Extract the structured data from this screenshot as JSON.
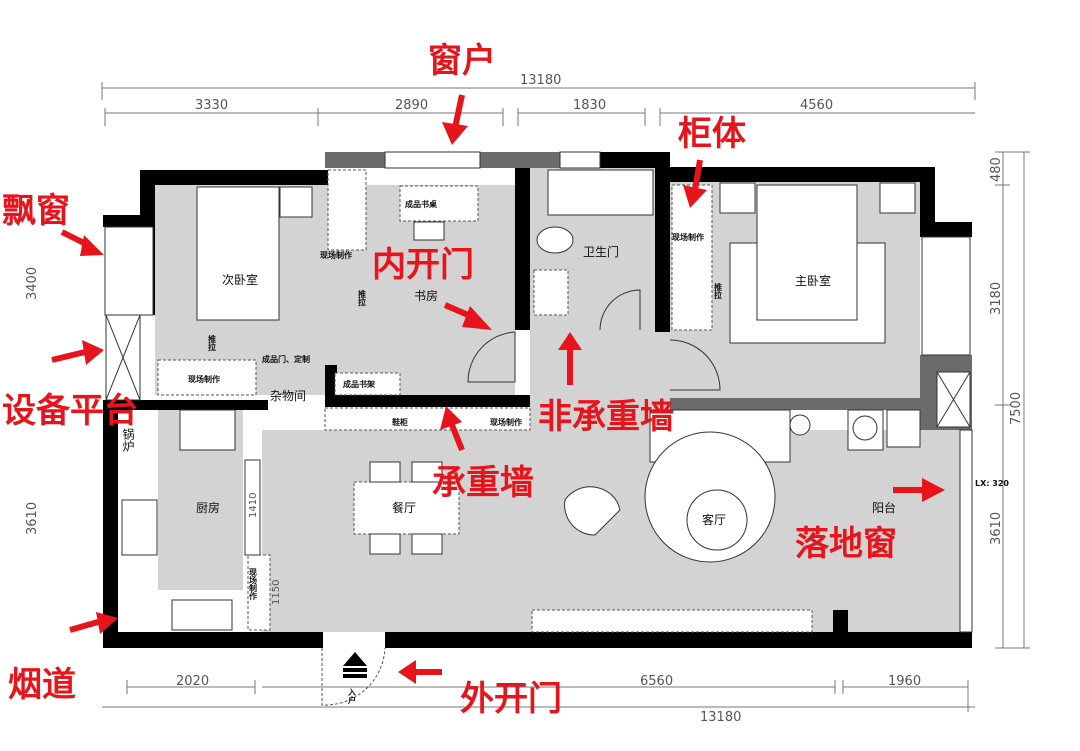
{
  "dimensions": {
    "top_total": "13180",
    "top_segments": [
      "3330",
      "2890",
      "1830",
      "4560"
    ],
    "bottom_total": "13180",
    "bottom_segments": [
      "2020",
      "6560",
      "1960"
    ],
    "left": [
      "3400",
      "3610"
    ],
    "right": [
      "480",
      "3180",
      "3610"
    ],
    "right_total": "7500",
    "kitchen_opening": "1410",
    "entry_cabinet": "1150",
    "window_note": "LX: 320"
  },
  "rooms": {
    "second_bedroom": "次卧室",
    "study": "书房",
    "bathroom": "卫生门",
    "master_bedroom": "主卧室",
    "storage": "杂物间",
    "kitchen": "厨房",
    "dining": "餐厅",
    "living": "客厅",
    "balcony": "阳台",
    "boiler": "锅炉",
    "entrance": "入户"
  },
  "furniture_labels": {
    "desk": "成品书桌",
    "bookshelf": "成品书架",
    "custom_door": "成品门、定制",
    "onsite": "现场制作",
    "shoe_cabinet": "鞋柜",
    "sliding": "推拉"
  },
  "annotations": {
    "window": "窗户",
    "cabinet": "柜体",
    "bay_window": "飘窗",
    "inward_door": "内开门",
    "equipment_platform": "设备平台",
    "non_load_bearing_wall": "非承重墙",
    "load_bearing_wall": "承重墙",
    "floor_window": "落地窗",
    "flue": "烟道",
    "outward_door": "外开门"
  },
  "colors": {
    "annotation": "#e8141b",
    "wall": "#000000",
    "partition": "#6b6b6b",
    "floor": "#d3d3d3"
  }
}
